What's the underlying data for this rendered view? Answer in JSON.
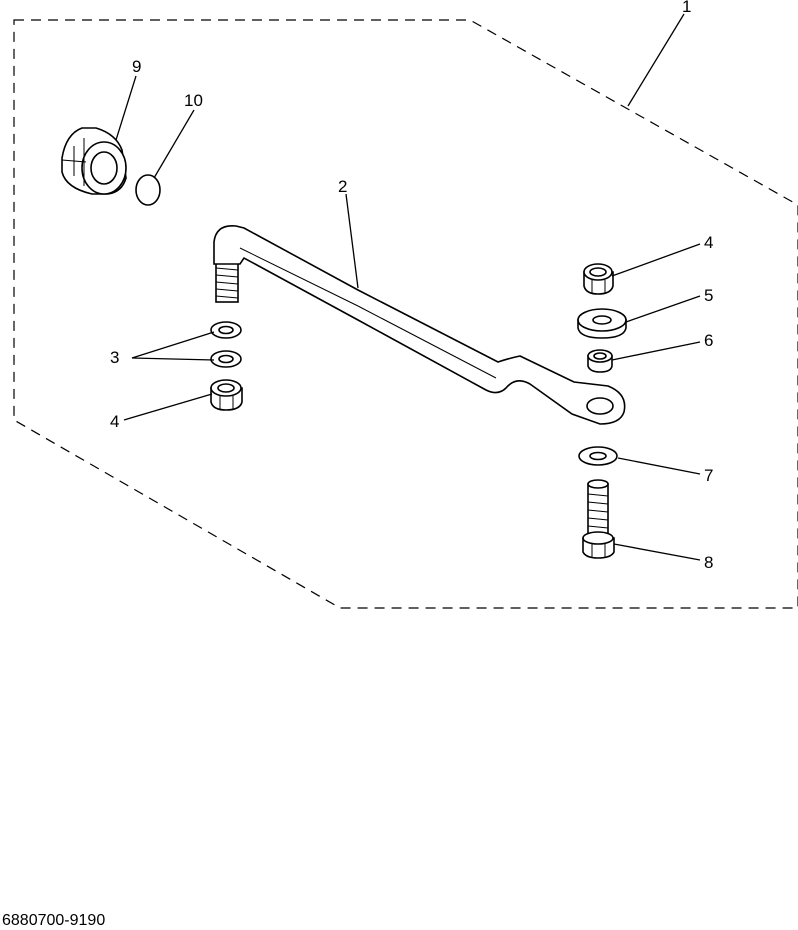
{
  "drawing_code": "6880700-9190",
  "callouts": {
    "c1": "1",
    "c2": "2",
    "c3": "3",
    "c4_left": "4",
    "c4_right": "4",
    "c5": "5",
    "c6": "6",
    "c7": "7",
    "c8": "8",
    "c9": "9",
    "c10": "10"
  }
}
